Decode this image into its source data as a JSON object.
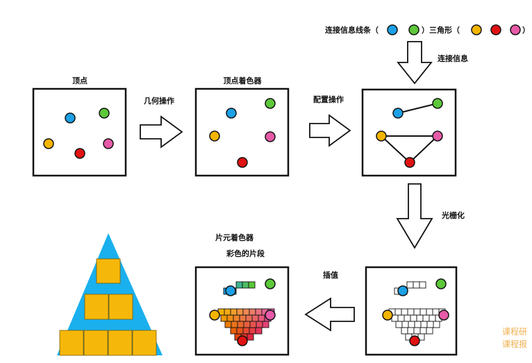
{
  "legend": {
    "connect_label": "连接信息线条（",
    "connect_close": "）三角形（",
    "tri_close": "）"
  },
  "steps": {
    "vertices": "顶点",
    "vertex_shader": "顶点着色器",
    "geometry_op": "几何操作",
    "config_op": "配置操作",
    "connect_info": "连接信息",
    "rasterize": "光栅化",
    "interpolate": "插值",
    "fragment_shader": "片元着色器",
    "colored_fragments": "彩色的片段"
  },
  "watermark": {
    "line1": "课程研",
    "line2": "课程报"
  },
  "colors": {
    "blue": "#1ca0e6",
    "green": "#5cc83a",
    "orange": "#f5b400",
    "red": "#e01212",
    "pink": "#e65aa8",
    "pyramid_blue": "#1ab0ee",
    "pyramid_gold": "#f5b80a"
  }
}
